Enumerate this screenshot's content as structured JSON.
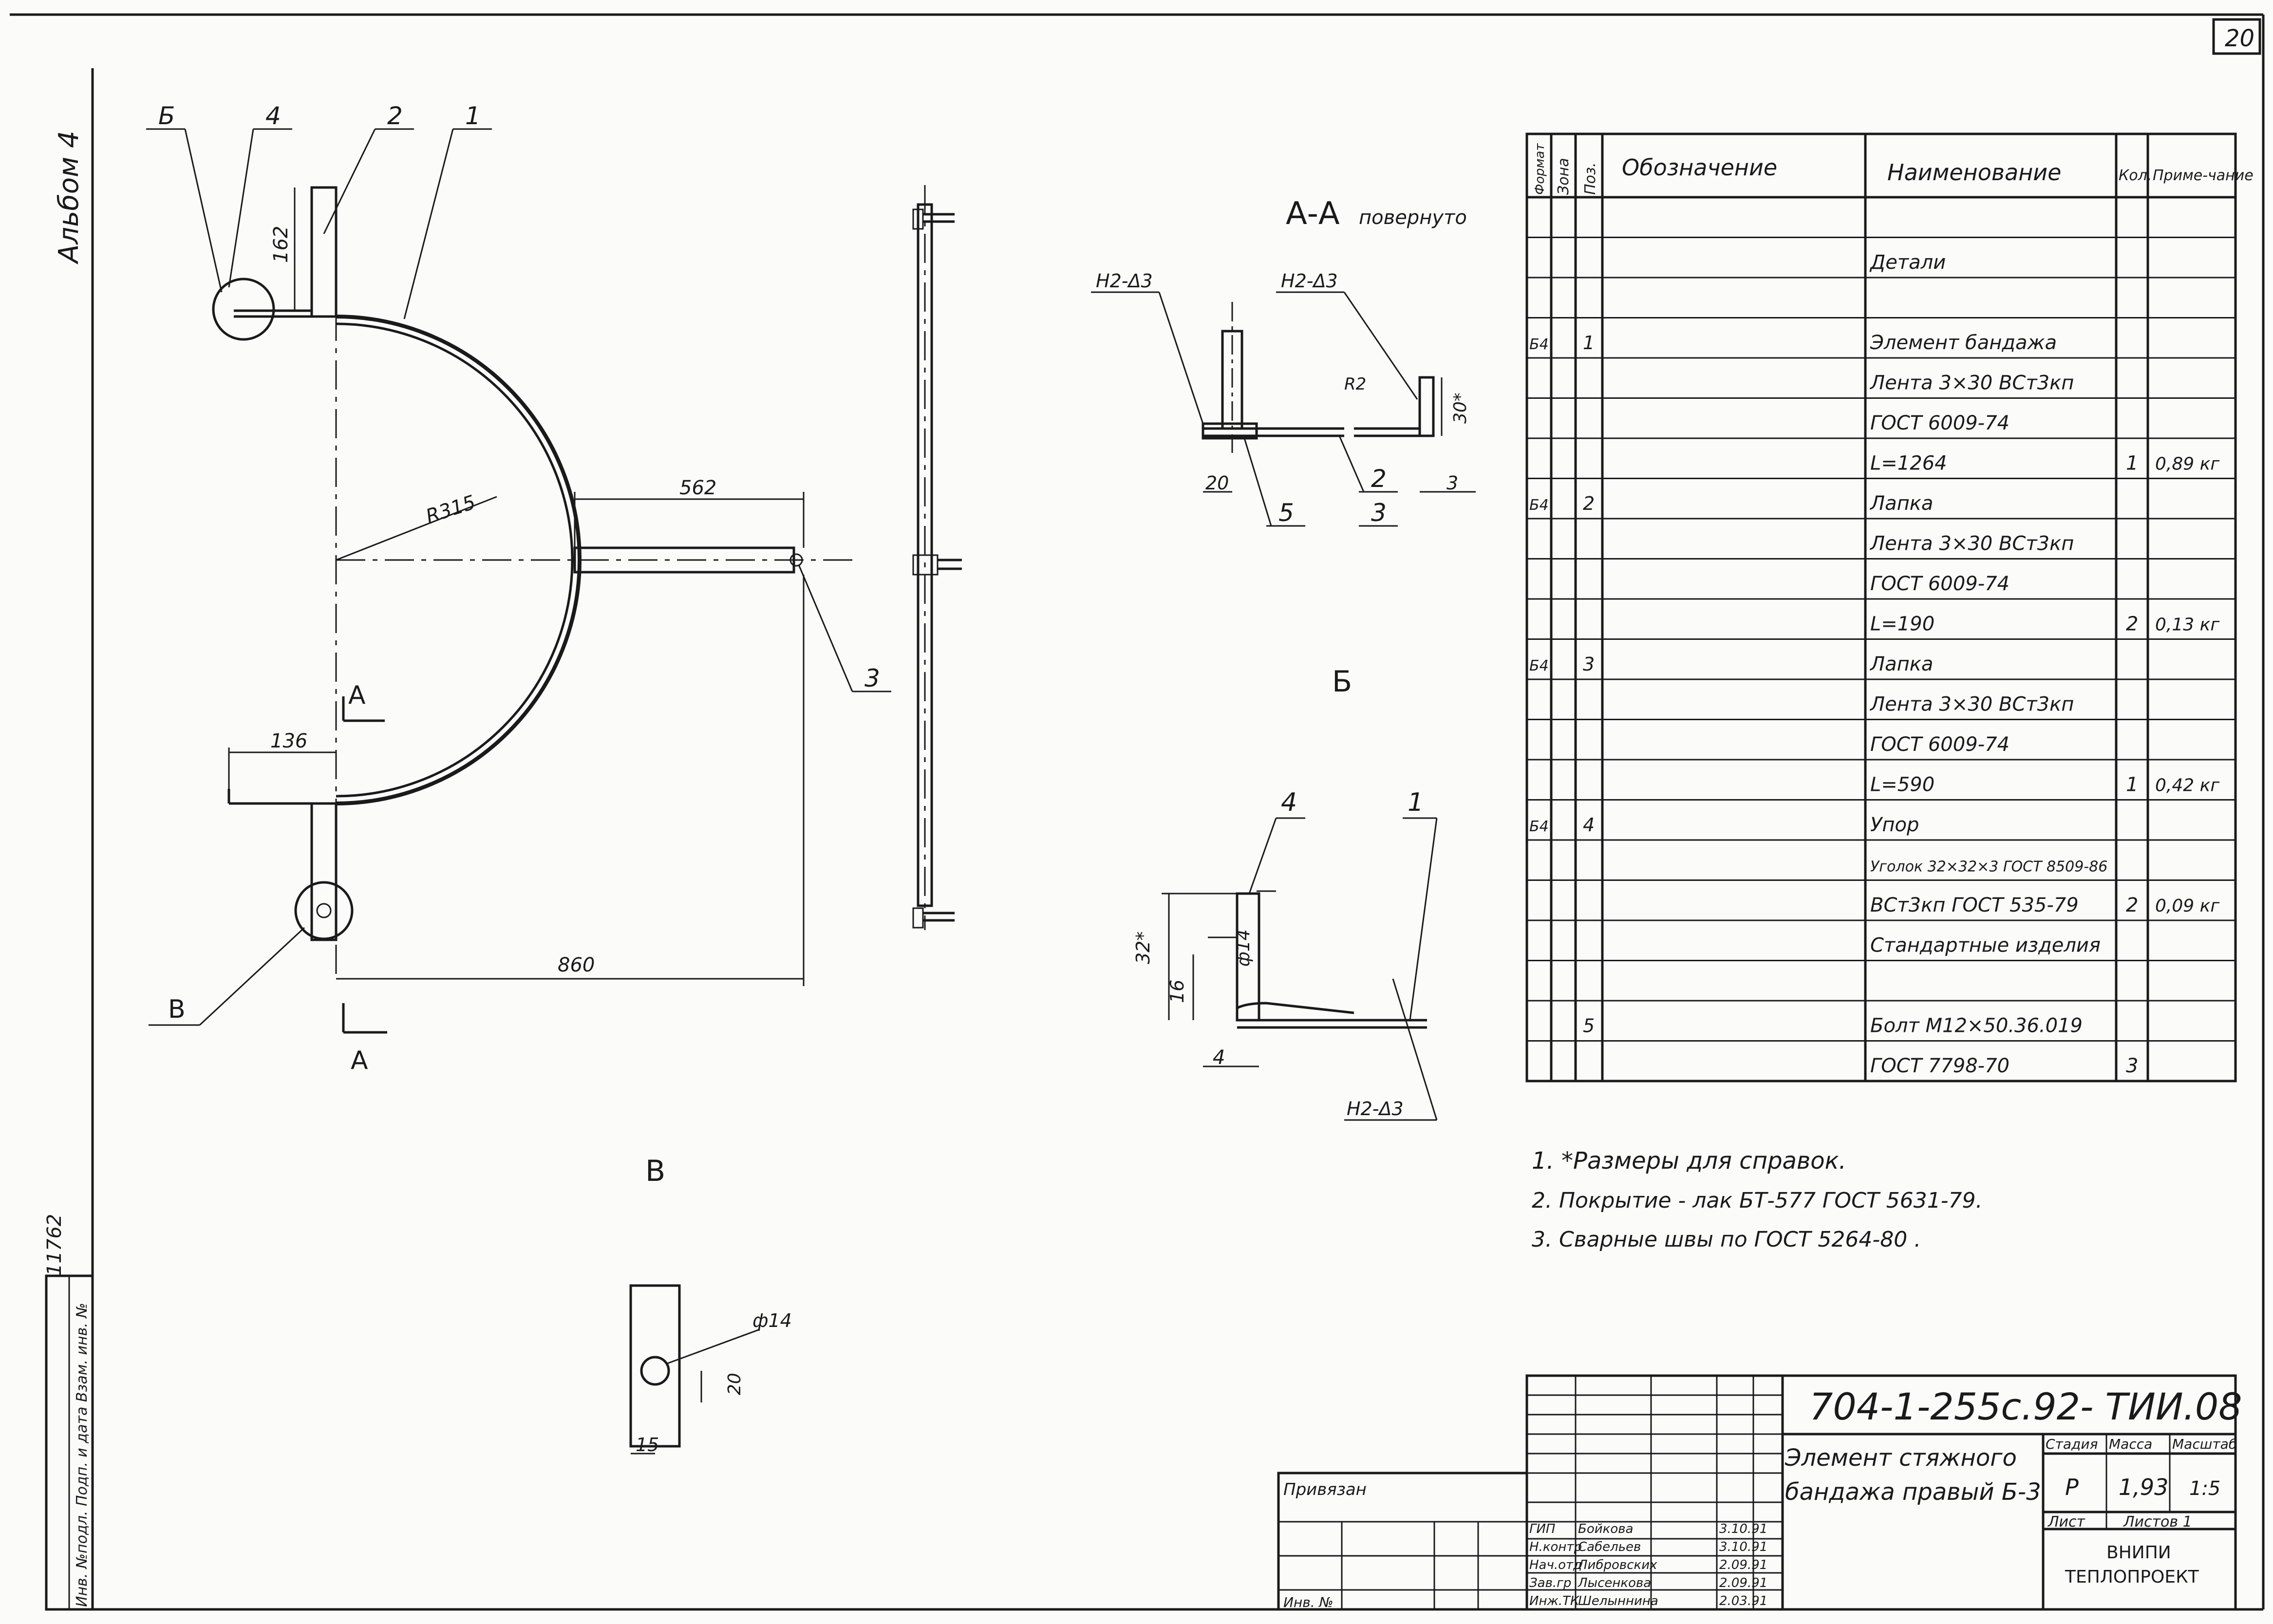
{
  "sheet": {
    "page_number": "20",
    "album": "Альбом 4",
    "inventory_code": "11762",
    "left_stamp": "Инв. №подл. Подп. и дата Взам. инв. №"
  },
  "main_view": {
    "callouts": [
      "Б",
      "4",
      "2",
      "1"
    ],
    "dim_162": "162",
    "radius": "R315",
    "dim_562": "562",
    "pos3": "3",
    "section_mark": "А",
    "dim_136": "136",
    "callout_v": "В",
    "dim_860": "860"
  },
  "section_aa": {
    "title": "А-А",
    "subtitle": "повернуто",
    "weld_left": "Н2-Δ3",
    "weld_right": "Н2-Δ3",
    "radius": "R2",
    "dim_30": "30*",
    "dim_20": "20",
    "dim_3": "3",
    "pos_2": "2",
    "pos_3": "3",
    "pos_5": "5"
  },
  "detail_b": {
    "title": "Б",
    "pos_4": "4",
    "pos_1": "1",
    "dim_32": "32*",
    "dim_14": "ф14",
    "dim_16": "16",
    "dim_4": "4",
    "weld": "Н2-Δ3"
  },
  "detail_v": {
    "title": "В",
    "hole": "ф14",
    "dim_20": "20",
    "dim_15": "15"
  },
  "spec_table": {
    "headers": [
      "Формат",
      "Зона",
      "Поз.",
      "Обозначение",
      "Наименование",
      "Кол.",
      "Приме-чание"
    ],
    "rows": [
      {
        "fmt": "",
        "pos": "",
        "name": "",
        "qty": "",
        "note": ""
      },
      {
        "fmt": "",
        "pos": "",
        "name": "Детали",
        "qty": "",
        "note": ""
      },
      {
        "fmt": "",
        "pos": "",
        "name": "",
        "qty": "",
        "note": ""
      },
      {
        "fmt": "Б4",
        "pos": "1",
        "name": "Элемент бандажа",
        "qty": "",
        "note": ""
      },
      {
        "fmt": "",
        "pos": "",
        "name": "Лента 3×30 ВСт3кп",
        "qty": "",
        "note": ""
      },
      {
        "fmt": "",
        "pos": "",
        "name": "ГОСТ 6009-74",
        "qty": "",
        "note": ""
      },
      {
        "fmt": "",
        "pos": "",
        "name": "L=1264",
        "qty": "1",
        "note": "0,89 кг"
      },
      {
        "fmt": "Б4",
        "pos": "2",
        "name": "Лапка",
        "qty": "",
        "note": ""
      },
      {
        "fmt": "",
        "pos": "",
        "name": "Лента 3×30 ВСт3кп",
        "qty": "",
        "note": ""
      },
      {
        "fmt": "",
        "pos": "",
        "name": "ГОСТ 6009-74",
        "qty": "",
        "note": ""
      },
      {
        "fmt": "",
        "pos": "",
        "name": "L=190",
        "qty": "2",
        "note": "0,13 кг"
      },
      {
        "fmt": "Б4",
        "pos": "3",
        "name": "Лапка",
        "qty": "",
        "note": ""
      },
      {
        "fmt": "",
        "pos": "",
        "name": "Лента 3×30 ВСт3кп",
        "qty": "",
        "note": ""
      },
      {
        "fmt": "",
        "pos": "",
        "name": "ГОСТ 6009-74",
        "qty": "",
        "note": ""
      },
      {
        "fmt": "",
        "pos": "",
        "name": "L=590",
        "qty": "1",
        "note": "0,42 кг"
      },
      {
        "fmt": "Б4",
        "pos": "4",
        "name": "Упор",
        "qty": "",
        "note": ""
      },
      {
        "fmt": "",
        "pos": "",
        "name": "Уголок 32×32×3 ГОСТ 8509-86",
        "qty": "",
        "note": ""
      },
      {
        "fmt": "",
        "pos": "",
        "name": "ВСт3кп ГОСТ 535-79",
        "qty": "2",
        "note": "0,09 кг"
      },
      {
        "fmt": "",
        "pos": "",
        "name": "Стандартные изделия",
        "qty": "",
        "note": ""
      },
      {
        "fmt": "",
        "pos": "",
        "name": "",
        "qty": "",
        "note": ""
      },
      {
        "fmt": "",
        "pos": "5",
        "name": "Болт М12×50.36.019",
        "qty": "",
        "note": ""
      },
      {
        "fmt": "",
        "pos": "",
        "name": "ГОСТ 7798-70",
        "qty": "3",
        "note": ""
      }
    ]
  },
  "notes": [
    "1. *Размеры для справок.",
    "2. Покрытие - лак БТ-577 ГОСТ 5631-79.",
    "3. Сварные швы по ГОСТ 5264-80 ."
  ],
  "title_block": {
    "doc_code": "704-1-255с.92- ТИИ.08",
    "title_line1": "Элемент стяжного",
    "title_line2": "бандажа правый Б-3",
    "stage_label": "Стадия",
    "mass_label": "Масса",
    "scale_label": "Масштаб",
    "stage": "Р",
    "mass": "1,93",
    "scale": "1:5",
    "sheet_label": "Лист",
    "sheets_label": "Листов 1",
    "org1": "ВНИПИ",
    "org2": "ТЕПЛОПРОЕКТ",
    "privyazan": "Привязан",
    "inv_no": "Инв. №",
    "signers": [
      {
        "role": "ГИП",
        "name": "Бойкова",
        "date": "3.10.91"
      },
      {
        "role": "Н.контр",
        "name": "Сабельев",
        "date": "3.10.91"
      },
      {
        "role": "Нач.отд",
        "name": "Либровских",
        "date": "2.09.91"
      },
      {
        "role": "Зав.гр",
        "name": "Лысенкова",
        "date": "2.09.91"
      },
      {
        "role": "Инж.ТК",
        "name": "Шелыннина",
        "date": "2.03.91"
      }
    ]
  }
}
